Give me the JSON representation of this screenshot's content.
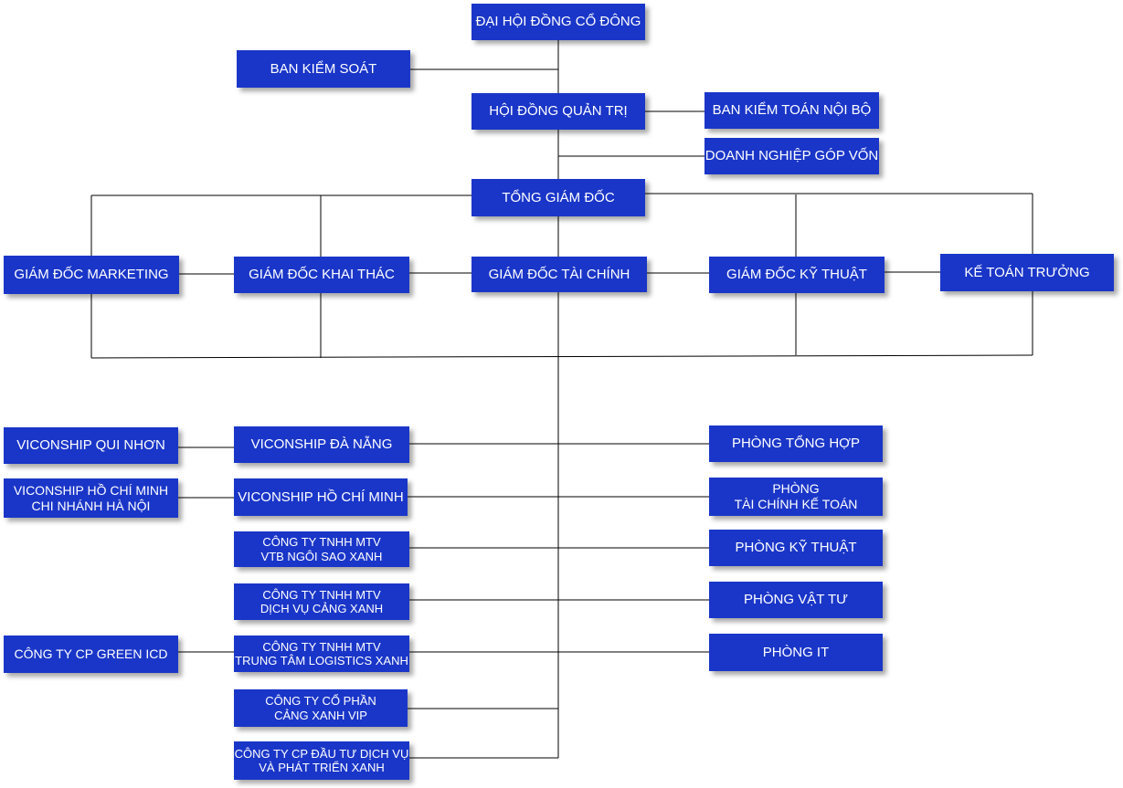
{
  "title": "ĐẠI HỘI ĐỒNG CỔ ĐÔNG",
  "governance": {
    "supervisory_board": "BAN KIỂM SOÁT",
    "board_of_directors": "HỘI ĐỒNG QUẢN TRỊ",
    "internal_audit": "BAN KIỂM TOÁN NỘI BỘ",
    "invested_enterprises": "DOANH NGHIỆP GÓP VỐN",
    "general_director": "TỔNG GIÁM ĐỐC"
  },
  "directors": {
    "marketing": "GIÁM ĐỐC MARKETING",
    "operations": "GIÁM ĐỐC KHAI THÁC",
    "finance": "GIÁM ĐỐC TÀI CHÍNH",
    "technical": "GIÁM ĐỐC KỸ THUẬT",
    "chief_accountant": "KẾ TOÁN TRƯỞNG"
  },
  "branches": {
    "qui_nhon": "VICONSHIP QUI NHƠN",
    "da_nang": "VICONSHIP ĐÀ NẴNG",
    "hanoi_line1": "VICONSHIP HỒ CHÍ MINH",
    "hanoi_line2": "CHI NHÁNH HÀ NỘI",
    "hcm": "VICONSHIP HỒ CHÍ MINH",
    "green_icd": "CÔNG TY CP GREEN ICD"
  },
  "subsidiaries": {
    "ngoi_sao_xanh_line1": "CÔNG TY TNHH MTV",
    "ngoi_sao_xanh_line2": "VTB NGÔI SAO XANH",
    "dich_vu_line1": "CÔNG TY TNHH MTV",
    "dich_vu_line2": "DỊCH VỤ CẢNG XANH",
    "logistics_line1": "CÔNG TY TNHH MTV",
    "logistics_line2": "TRUNG TÂM LOGISTICS XANH",
    "vip_line1": "CÔNG TY CỔ PHẦN",
    "vip_line2": "CẢNG XANH VIP",
    "dautu_line1": "CÔNG TY CP ĐẦU TƯ DỊCH VỤ",
    "dautu_line2": "VÀ PHÁT TRIỂN XANH"
  },
  "departments": {
    "general": "PHÒNG TỔNG HỢP",
    "finance_line1": "PHÒNG",
    "finance_line2": "TÀI CHÍNH KẾ TOÁN",
    "technical": "PHÒNG KỸ THUẬT",
    "materials": "PHÒNG VẬT TƯ",
    "it": "PHÒNG IT"
  },
  "colors": {
    "box": "#1a36c8",
    "text": "#ffffff",
    "line": "#000000"
  }
}
